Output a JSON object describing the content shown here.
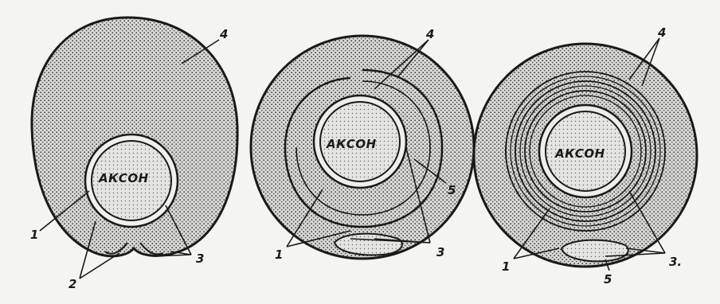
{
  "figures": [
    {
      "axon_label": "АКСОН",
      "callouts": {
        "one": "1",
        "two": "2",
        "three": "3",
        "four": "4"
      }
    },
    {
      "axon_label": "АКСОН",
      "callouts": {
        "one": "1",
        "three": "3",
        "four": "4",
        "five": "5"
      }
    },
    {
      "axon_label": "АКСОН",
      "callouts": {
        "one": "1",
        "three": "3.",
        "four": "4",
        "five": "5"
      }
    }
  ],
  "colors": {
    "ink": "#1a1a1a",
    "paper": "#f4f4f2",
    "stipple_bg": "#d9d9d6",
    "axon_fill": "#e6e6e3"
  }
}
